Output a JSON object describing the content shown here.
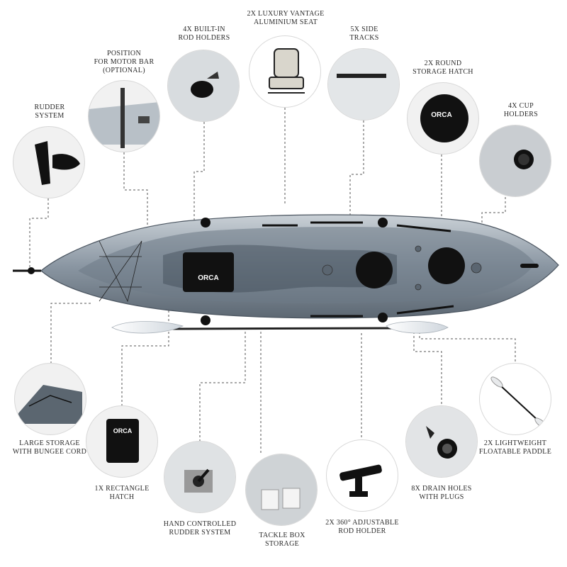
{
  "features": {
    "rudder_system": [
      "RUDDER",
      "SYSTEM"
    ],
    "motor_bar": [
      "POSITION",
      "FOR MOTOR BAR",
      "(OPTIONAL)"
    ],
    "rod_holders": [
      "4X BUILT-IN",
      "ROD HOLDERS"
    ],
    "seat": [
      "2X LUXURY VANTAGE",
      "ALUMINIUM SEAT"
    ],
    "side_tracks": [
      "5X SIDE",
      "TRACKS"
    ],
    "round_hatch": [
      "2X ROUND",
      "STORAGE HATCH"
    ],
    "cup_holders": [
      "4X CUP",
      "HOLDERS"
    ],
    "large_storage": [
      "LARGE STORAGE",
      "WITH BUNGEE CORD"
    ],
    "rectangle_hatch": [
      "1X RECTANGLE",
      "HATCH"
    ],
    "hand_rudder": [
      "HAND CONTROLLED",
      "RUDDER SYSTEM"
    ],
    "tackle_box": [
      "TACKLE BOX",
      "STORAGE"
    ],
    "adjustable_rod_holder": [
      "2X 360° ADJUSTABLE",
      "ROD HOLDER"
    ],
    "drain_holes": [
      "8X DRAIN HOLES",
      "WITH PLUGS"
    ],
    "paddle": [
      "2X LIGHTWEIGHT",
      "FLOATABLE PADDLE"
    ]
  },
  "brand": "ORCA",
  "colors": {
    "hull": "#8a96a2",
    "hull_dark": "#3f4a55",
    "hull_light": "#c5ccd3",
    "hatch": "#111111",
    "dashed_line": "#555555"
  }
}
